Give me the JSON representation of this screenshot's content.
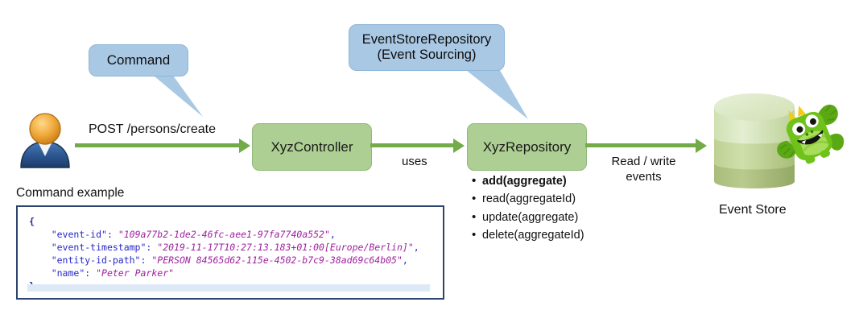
{
  "callouts": [
    {
      "id": "command",
      "text": "Command"
    },
    {
      "id": "event-store-repository",
      "line1": "EventStoreRepository",
      "line2": "(Event Sourcing)"
    }
  ],
  "flow": {
    "actor_name": "user-actor",
    "request_label": "POST /persons/create",
    "controller_box": "XyzController",
    "uses_label": "uses",
    "repository_box": "XyzRepository",
    "readwrite_line1": "Read / write",
    "readwrite_line2": "events",
    "event_store_label": "Event Store"
  },
  "repository_methods": [
    {
      "label": "add(aggregate)",
      "bold": true
    },
    {
      "label": "read(aggregateId)",
      "bold": false
    },
    {
      "label": "update(aggregate)",
      "bold": false
    },
    {
      "label": "delete(aggregateId)",
      "bold": false
    }
  ],
  "command_example": {
    "heading": "Command example",
    "open_brace": "{",
    "close_brace": "}",
    "lines": [
      {
        "key": "\"event-id\":",
        "value": "\"109a77b2-1de2-46fc-aee1-97fa7740a552\"",
        "comma": ","
      },
      {
        "key": "\"event-timestamp\":",
        "value": "\"2019-11-17T10:27:13.183+01:00[Europe/Berlin]\"",
        "comma": ","
      },
      {
        "key": "\"entity-id-path\":",
        "value": "\"PERSON 84565d62-115e-4502-b7c9-38ad69c64b05\"",
        "comma": ","
      },
      {
        "key": "\"name\":",
        "value": "\"Peter Parker\"",
        "comma": ""
      }
    ]
  },
  "colors": {
    "callout_fill": "#a9c8e4",
    "box_fill": "#aecf93",
    "arrow": "#72ab47",
    "code_border": "#2b4570",
    "json_key": "#2626c9",
    "json_value": "#a020a0",
    "cylinder_light": "#dbe8c2",
    "cylinder_mid": "#c2d89a",
    "cylinder_dark": "#a8bf78",
    "mascot": "#6ec21a"
  }
}
